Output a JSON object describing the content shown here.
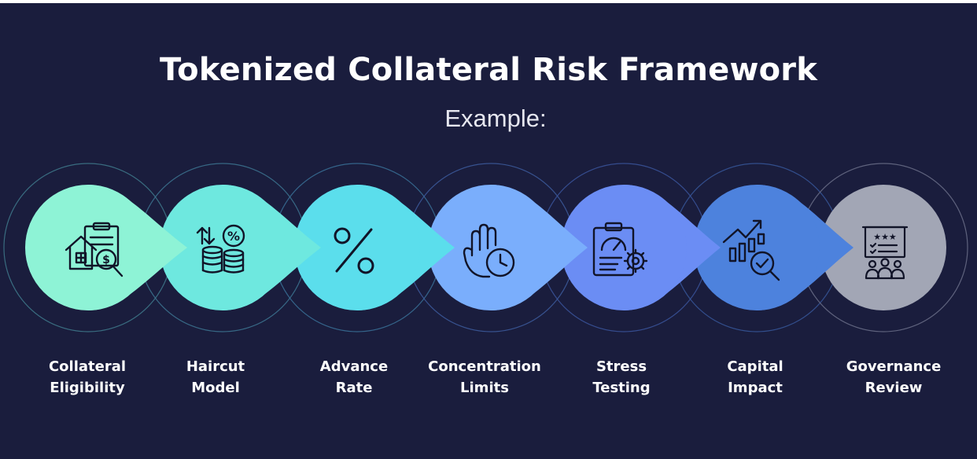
{
  "header": {
    "title": "Tokenized Collateral Risk Framework",
    "subtitle": "Example:"
  },
  "steps": [
    {
      "line1": "Collateral",
      "line2": "Eligibility",
      "icon": "house-document-dollar-icon",
      "color": "#8ef3d6"
    },
    {
      "line1": "Haircut",
      "line2": "Model",
      "icon": "coins-percent-icon",
      "color": "#6ee8df"
    },
    {
      "line1": "Advance",
      "line2": "Rate",
      "icon": "percent-icon",
      "color": "#5bdeec"
    },
    {
      "line1": "Concentration",
      "line2": "Limits",
      "icon": "hand-stop-clock-icon",
      "color": "#7aaefc"
    },
    {
      "line1": "Stress",
      "line2": "Testing",
      "icon": "clipboard-gauge-gear-icon",
      "color": "#6b8df4"
    },
    {
      "line1": "Capital",
      "line2": "Impact",
      "icon": "growth-chart-magnifier-icon",
      "color": "#4d82dd"
    },
    {
      "line1": "Governance",
      "line2": "Review",
      "icon": "board-team-icon",
      "color": "#a2a6b5"
    }
  ]
}
